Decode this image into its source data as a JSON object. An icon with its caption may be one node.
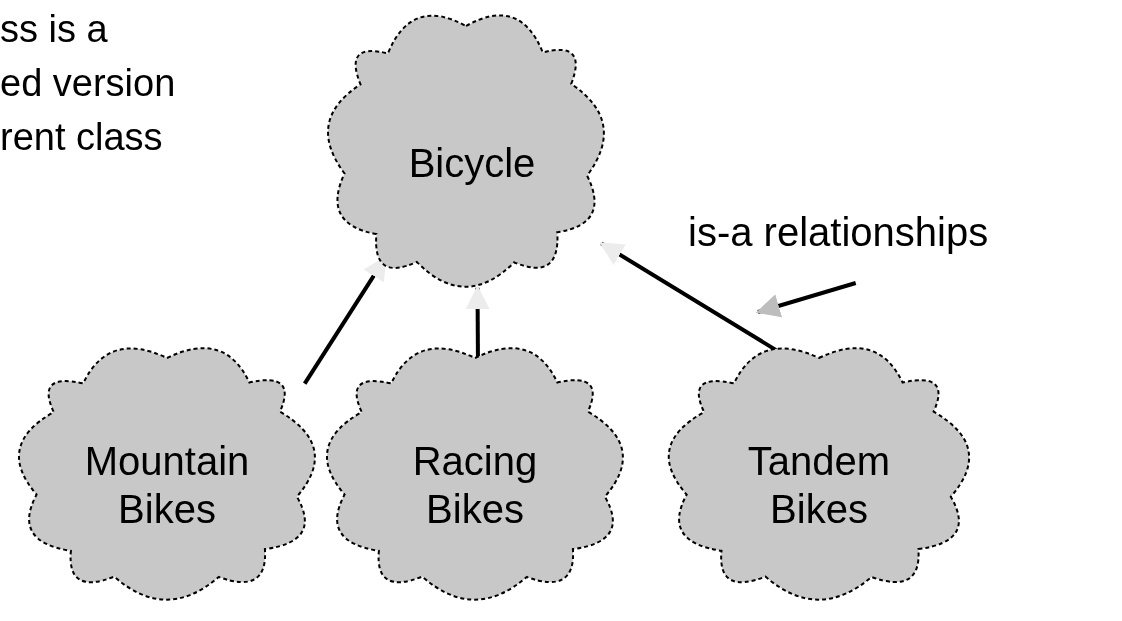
{
  "diagram": {
    "nodes": [
      {
        "text": [
          "Bicycle"
        ]
      },
      {
        "text": [
          "Mountain Bikes"
        ]
      },
      {
        "text": [
          "Racing Bikes"
        ]
      },
      {
        "text": [
          "Tandem Bikes"
        ]
      },
      {
        "text": [
          "is-a relationships"
        ]
      }
    ],
    "edges": [
      {
        "from": 1,
        "to": 0,
        "arrow": "to"
      },
      {
        "from": 2,
        "to": 0,
        "arrow": "to"
      },
      {
        "from": 3,
        "to": 0,
        "arrow": "to"
      },
      {
        "from": 4,
        "to": null,
        "arrow": "to"
      }
    ],
    "labels": [
      "ss is a ed version rent class"
    ]
  }
}
